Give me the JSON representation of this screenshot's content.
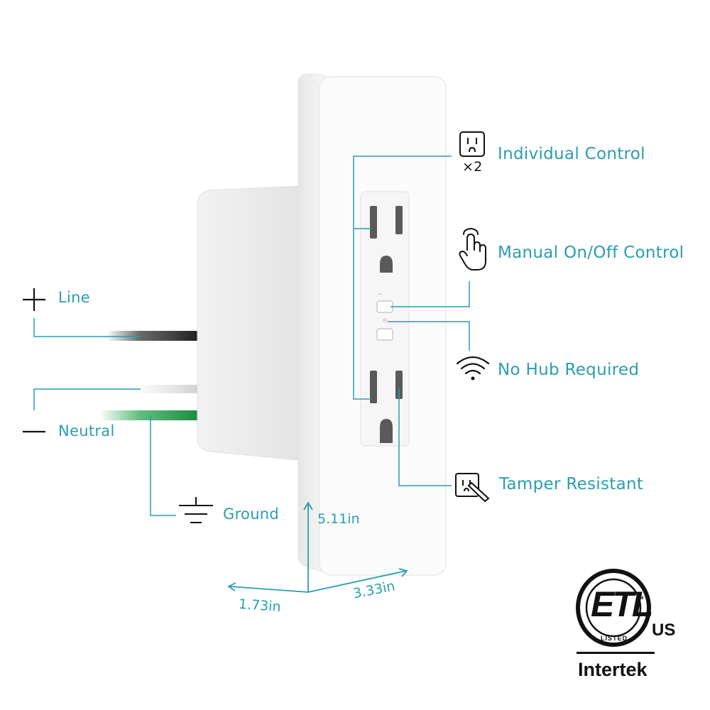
{
  "colors": {
    "accent": "#2a9db0",
    "plate": "#fbfbfb",
    "wire_green": "#1f9f4a",
    "wire_black": "#2b2b2b",
    "text_dark": "#111111"
  },
  "wiring": {
    "line_label": "Line",
    "neutral_label": "Neutral",
    "ground_label": "Ground"
  },
  "features": [
    {
      "icon": "outlet-icon",
      "label": "Individual Control",
      "badge": "×2"
    },
    {
      "icon": "touch-hand-icon",
      "label": "Manual On/Off Control"
    },
    {
      "icon": "wifi-icon",
      "label": "No Hub Required"
    },
    {
      "icon": "tamper-resistant-icon",
      "label": "Tamper Resistant"
    }
  ],
  "dimensions": {
    "height": "5.11in",
    "depth": "1.73in",
    "width": "3.33in"
  },
  "certification": {
    "listed_text": "LISTED",
    "country": "US",
    "lab": "Intertek",
    "small_mark": "CM"
  }
}
